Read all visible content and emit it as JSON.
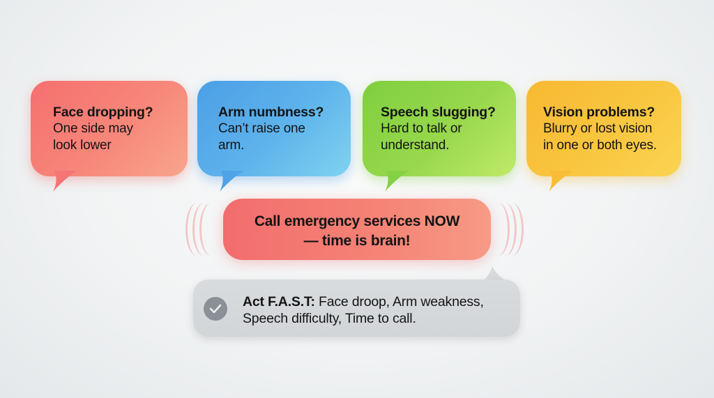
{
  "cards": [
    {
      "id": "face",
      "title": "Face dropping?",
      "body_lines": [
        "One side may",
        "look lower"
      ],
      "color": "#f56f6f"
    },
    {
      "id": "arm",
      "title": "Arm numbness?",
      "body_lines": [
        "Can’t raise one",
        "arm."
      ],
      "color": "#4b9fe6"
    },
    {
      "id": "speech",
      "title": "Speech slugging?",
      "body_lines": [
        "Hard to talk or",
        "understand."
      ],
      "color": "#7fcf3e"
    },
    {
      "id": "vision",
      "title": "Vision problems?",
      "body_lines": [
        "Blurry or lost vision",
        "in one or both eyes."
      ],
      "color": "#f8b932"
    }
  ],
  "alert": {
    "lines": [
      "Call emergency services NOW",
      "— time is brain!"
    ],
    "color": "#f26d6d"
  },
  "reminder": {
    "icon": "check-circle-icon",
    "bold": "Act F.A.S.T:",
    "line1_rest": " Face droop, Arm weakness,",
    "line2": "Speech difficulty, Time to call.",
    "color": "#d4d7da"
  }
}
